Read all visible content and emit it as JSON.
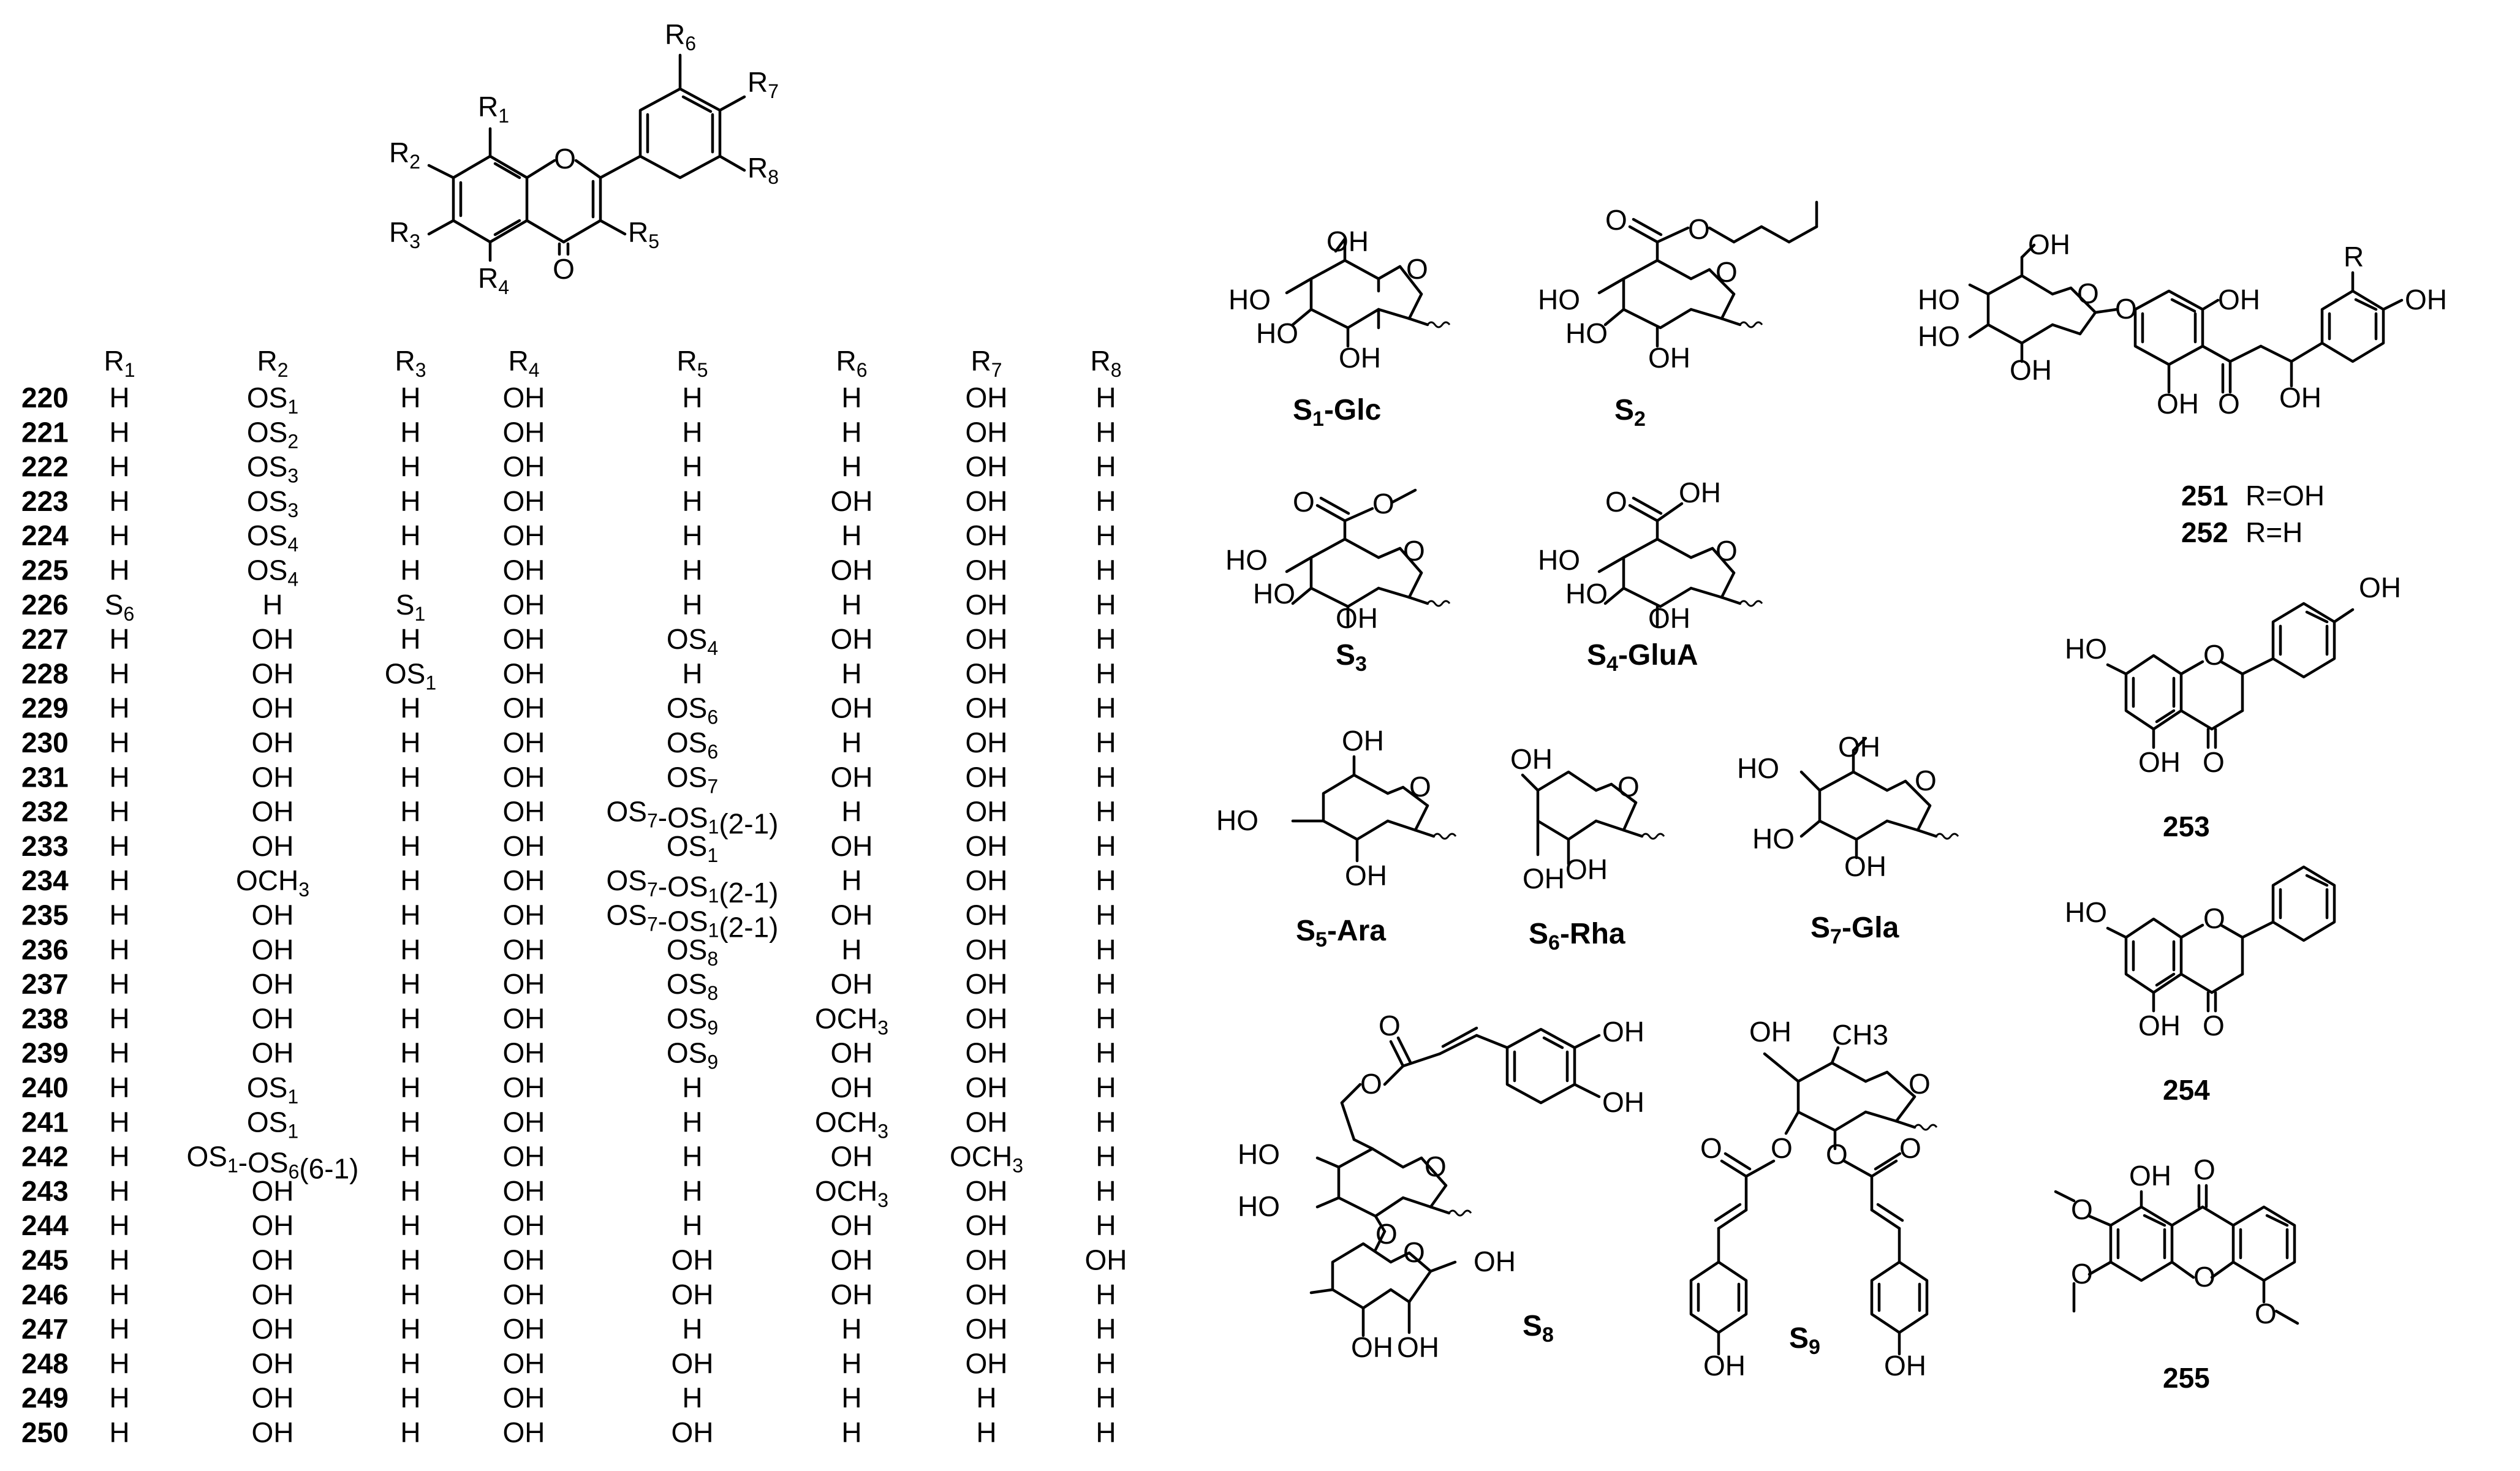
{
  "core_labels": [
    "R1",
    "R2",
    "R3",
    "R4",
    "R5",
    "R6",
    "R7",
    "R8"
  ],
  "core_atoms": {
    "ring_o": "O",
    "carbonyl_o": "O"
  },
  "table": {
    "headers": [
      "R1",
      "R2",
      "R3",
      "R4",
      "R5",
      "R6",
      "R7",
      "R8"
    ],
    "rows": [
      {
        "id": "220",
        "cells": [
          "H",
          "OS1",
          "H",
          "OH",
          "H",
          "H",
          "OH",
          "H"
        ]
      },
      {
        "id": "221",
        "cells": [
          "H",
          "OS2",
          "H",
          "OH",
          "H",
          "H",
          "OH",
          "H"
        ]
      },
      {
        "id": "222",
        "cells": [
          "H",
          "OS3",
          "H",
          "OH",
          "H",
          "H",
          "OH",
          "H"
        ]
      },
      {
        "id": "223",
        "cells": [
          "H",
          "OS3",
          "H",
          "OH",
          "H",
          "OH",
          "OH",
          "H"
        ]
      },
      {
        "id": "224",
        "cells": [
          "H",
          "OS4",
          "H",
          "OH",
          "H",
          "H",
          "OH",
          "H"
        ]
      },
      {
        "id": "225",
        "cells": [
          "H",
          "OS4",
          "H",
          "OH",
          "H",
          "OH",
          "OH",
          "H"
        ]
      },
      {
        "id": "226",
        "cells": [
          "S6",
          "H",
          "S1",
          "OH",
          "H",
          "H",
          "OH",
          "H"
        ]
      },
      {
        "id": "227",
        "cells": [
          "H",
          "OH",
          "H",
          "OH",
          "OS4",
          "OH",
          "OH",
          "H"
        ]
      },
      {
        "id": "228",
        "cells": [
          "H",
          "OH",
          "OS1",
          "OH",
          "H",
          "H",
          "OH",
          "H"
        ]
      },
      {
        "id": "229",
        "cells": [
          "H",
          "OH",
          "H",
          "OH",
          "OS6",
          "OH",
          "OH",
          "H"
        ]
      },
      {
        "id": "230",
        "cells": [
          "H",
          "OH",
          "H",
          "OH",
          "OS6",
          "H",
          "OH",
          "H"
        ]
      },
      {
        "id": "231",
        "cells": [
          "H",
          "OH",
          "H",
          "OH",
          "OS7",
          "OH",
          "OH",
          "H"
        ]
      },
      {
        "id": "232",
        "cells": [
          "H",
          "OH",
          "H",
          "OH",
          "OS7-OS1(2-1)",
          "H",
          "OH",
          "H"
        ]
      },
      {
        "id": "233",
        "cells": [
          "H",
          "OH",
          "H",
          "OH",
          "OS1",
          "OH",
          "OH",
          "H"
        ]
      },
      {
        "id": "234",
        "cells": [
          "H",
          "OCH3",
          "H",
          "OH",
          "OS7-OS1(2-1)",
          "H",
          "OH",
          "H"
        ]
      },
      {
        "id": "235",
        "cells": [
          "H",
          "OH",
          "H",
          "OH",
          "OS7-OS1(2-1)",
          "OH",
          "OH",
          "H"
        ]
      },
      {
        "id": "236",
        "cells": [
          "H",
          "OH",
          "H",
          "OH",
          "OS8",
          "H",
          "OH",
          "H"
        ]
      },
      {
        "id": "237",
        "cells": [
          "H",
          "OH",
          "H",
          "OH",
          "OS8",
          "OH",
          "OH",
          "H"
        ]
      },
      {
        "id": "238",
        "cells": [
          "H",
          "OH",
          "H",
          "OH",
          "OS9",
          "OCH3",
          "OH",
          "H"
        ]
      },
      {
        "id": "239",
        "cells": [
          "H",
          "OH",
          "H",
          "OH",
          "OS9",
          "OH",
          "OH",
          "H"
        ]
      },
      {
        "id": "240",
        "cells": [
          "H",
          "OS1",
          "H",
          "OH",
          "H",
          "OH",
          "OH",
          "H"
        ]
      },
      {
        "id": "241",
        "cells": [
          "H",
          "OS1",
          "H",
          "OH",
          "H",
          "OCH3",
          "OH",
          "H"
        ]
      },
      {
        "id": "242",
        "cells": [
          "H",
          "OS1-OS6(6-1)",
          "H",
          "OH",
          "H",
          "OH",
          "OCH3",
          "H"
        ]
      },
      {
        "id": "243",
        "cells": [
          "H",
          "OH",
          "H",
          "OH",
          "H",
          "OCH3",
          "OH",
          "H"
        ]
      },
      {
        "id": "244",
        "cells": [
          "H",
          "OH",
          "H",
          "OH",
          "H",
          "OH",
          "OH",
          "H"
        ]
      },
      {
        "id": "245",
        "cells": [
          "H",
          "OH",
          "H",
          "OH",
          "OH",
          "OH",
          "OH",
          "OH"
        ]
      },
      {
        "id": "246",
        "cells": [
          "H",
          "OH",
          "H",
          "OH",
          "OH",
          "OH",
          "OH",
          "H"
        ]
      },
      {
        "id": "247",
        "cells": [
          "H",
          "OH",
          "H",
          "OH",
          "H",
          "H",
          "OH",
          "H"
        ]
      },
      {
        "id": "248",
        "cells": [
          "H",
          "OH",
          "H",
          "OH",
          "OH",
          "H",
          "OH",
          "H"
        ]
      },
      {
        "id": "249",
        "cells": [
          "H",
          "OH",
          "H",
          "OH",
          "H",
          "H",
          "H",
          "H"
        ]
      },
      {
        "id": "250",
        "cells": [
          "H",
          "OH",
          "H",
          "OH",
          "OH",
          "H",
          "H",
          "H"
        ]
      }
    ]
  },
  "sugars": {
    "s1": {
      "label": "S1-Glc",
      "atoms": [
        "OH",
        "HO",
        "HO",
        "OH",
        "O"
      ]
    },
    "s2": {
      "label": "S2",
      "atoms": [
        "O",
        "O",
        "HO",
        "HO",
        "OH",
        "O"
      ]
    },
    "s3": {
      "label": "S3",
      "atoms": [
        "O",
        "O",
        "HO",
        "HO",
        "OH",
        "O"
      ]
    },
    "s4": {
      "label": "S4-GluA",
      "atoms": [
        "OH",
        "O",
        "HO",
        "HO",
        "OH",
        "O"
      ]
    },
    "s5": {
      "label": "S5-Ara",
      "atoms": [
        "OH",
        "HO",
        "OH",
        "O"
      ]
    },
    "s6": {
      "label": "S6-Rha",
      "atoms": [
        "OH",
        "OH",
        "OH",
        "O"
      ]
    },
    "s7": {
      "label": "S7-Gla",
      "atoms": [
        "OH",
        "HO",
        "HO",
        "OH",
        "O"
      ]
    },
    "s8": {
      "label": "S8",
      "atoms": [
        "O",
        "OH",
        "OH",
        "HO",
        "HO",
        "O",
        "O",
        "OH",
        "OH",
        "OH",
        "O",
        "O"
      ]
    },
    "s9": {
      "label": "S9",
      "atoms": [
        "OH",
        "CH3",
        "O",
        "O",
        "O",
        "O",
        "O",
        "OH",
        "OH"
      ]
    }
  },
  "compounds": {
    "c251": {
      "id": "251",
      "note": "R=OH"
    },
    "c252": {
      "id": "252",
      "note": "R=H"
    },
    "c251_atoms": [
      "OH",
      "HO",
      "HO",
      "OH",
      "O",
      "O",
      "OH",
      "OH",
      "O",
      "OH",
      "R",
      "OH"
    ],
    "c253": {
      "id": "253",
      "atoms": [
        "OH",
        "HO",
        "O",
        "OH",
        "O"
      ]
    },
    "c254": {
      "id": "254",
      "atoms": [
        "HO",
        "O",
        "OH",
        "O"
      ]
    },
    "c255": {
      "id": "255",
      "atoms": [
        "OH",
        "O",
        "O",
        "O",
        "O",
        "O"
      ]
    }
  }
}
